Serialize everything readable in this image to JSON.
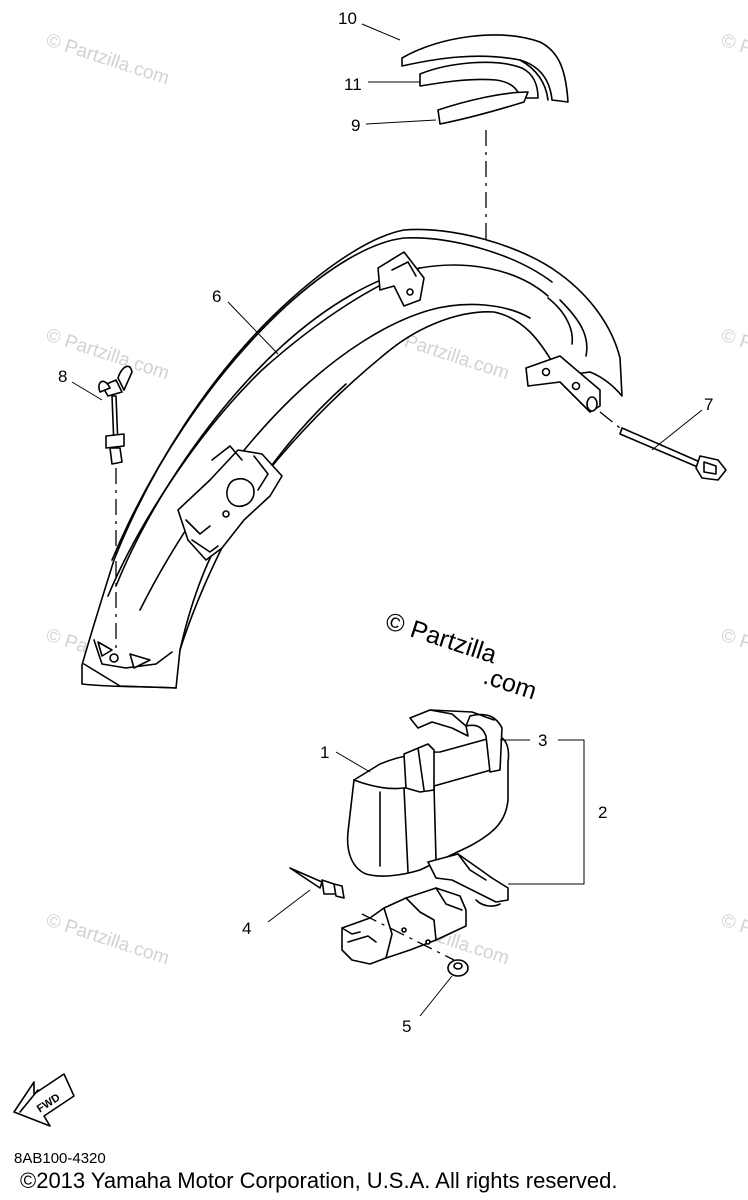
{
  "callouts": {
    "c1": "1",
    "c2": "2",
    "c3": "3",
    "c4": "4",
    "c5": "5",
    "c6": "6",
    "c7": "7",
    "c8": "8",
    "c9": "9",
    "c10": "10",
    "c11": "11"
  },
  "watermark": {
    "small": "© Partzilla.com",
    "main_symbol": "©",
    "main_name": "Partzilla",
    "main_tld": ".com"
  },
  "fwd_label": "FWD",
  "diagram_code": "8AB100-4320",
  "copyright": "©2013 Yamaha Motor Corporation, U.S.A. All rights reserved.",
  "icons": {
    "fwd": "fwd-arrow-icon",
    "watermark": "copyright-symbol-icon"
  },
  "colors": {
    "lines": "#000000",
    "watermark": "#d2d2d2",
    "background": "#ffffff"
  }
}
